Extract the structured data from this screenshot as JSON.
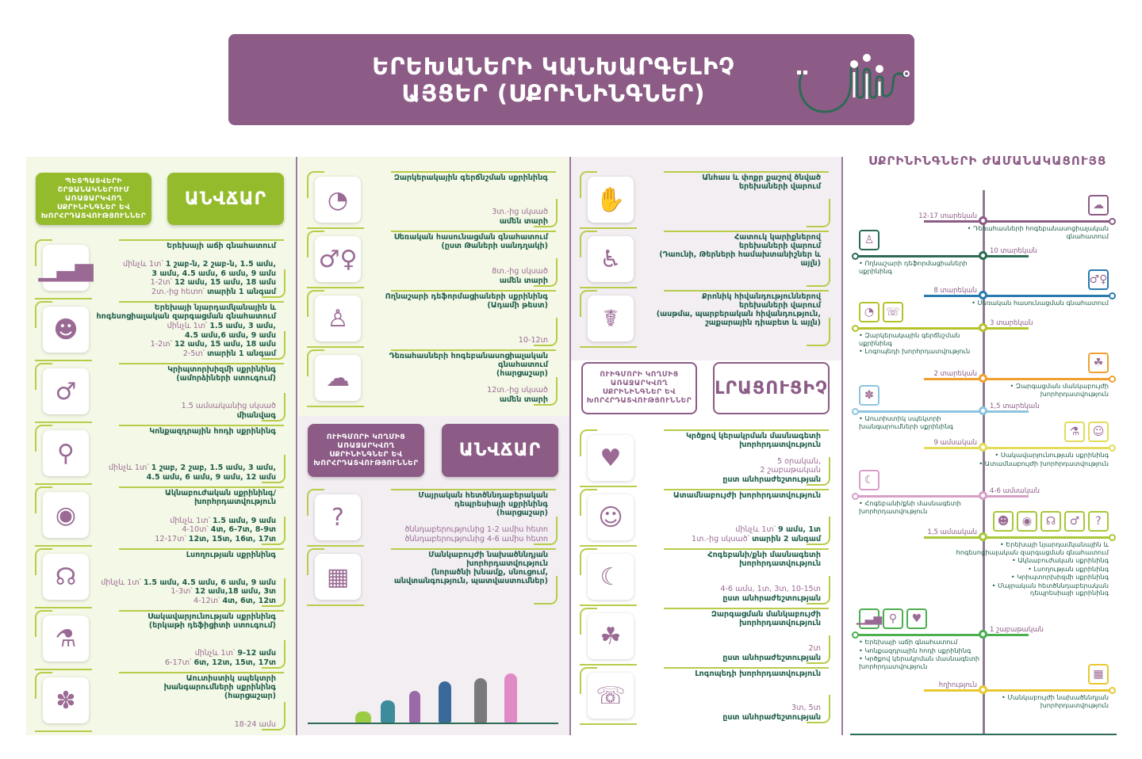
{
  "title": [
    "ԵՐԵԽԱՆԵՐԻ ԿԱՆԽԱՐԳԵԼԻՉ",
    "ԱՅՑԵՐ (ՍՔՐԻՆԻՆԳՆԵՐ)"
  ],
  "colors": {
    "purple": "#8c5c86",
    "lime": "#94bb2b",
    "dark_green": "#1e5c4a"
  },
  "col1": {
    "box_left": "ՊԵՏՊԱՏՎԵՐԻ ՇՐՋԱՆԱԿՆԵՐՈՒՄ ԱՌԱՋԱՐԿՎՈՂ ՍՔՐԻՆԻՆԳՆԵՐ ԵՎ ԽՈՐՀՐԴԱՏՎՈՒԹՅՈՒՆՆԵՐ",
    "box_right": "ԱՆՎՃԱՐ",
    "cards": [
      {
        "icon": "growth-icon",
        "glyph": "▁▃▅",
        "title": [
          "Երեխայի աճի գնահատում"
        ],
        "schedule": [
          [
            {
              "t": "մինչև 1տ՝ ",
              "c": "p"
            },
            {
              "t": "1 շաբ-ն, 2 շաբ-ն, 1.5 ամս,",
              "c": "g"
            }
          ],
          [
            {
              "t": "3 ամս, 4.5 ամս, 6 ամս, 9 ամս",
              "c": "g"
            }
          ],
          [
            {
              "t": "1-2տ՝ ",
              "c": "p"
            },
            {
              "t": "12 ամս, 15 ամս, 18 ամս",
              "c": "g"
            }
          ],
          [
            {
              "t": "2տ.-ից հետո՝ ",
              "c": "p"
            },
            {
              "t": "տարին 1 անգամ",
              "c": "g"
            }
          ]
        ]
      },
      {
        "icon": "brain-head-icon",
        "glyph": "☻",
        "title": [
          "Երեխայի նյարդամկանային և",
          "հոգեսոցիալական զարգացման գնահատում"
        ],
        "schedule": [
          [
            {
              "t": "մինչև 1տ՝ ",
              "c": "p"
            },
            {
              "t": "1.5 ամս, 3 ամս,",
              "c": "g"
            }
          ],
          [
            {
              "t": "4.5 ամս,6 ամս, 9 ամս",
              "c": "g"
            }
          ],
          [
            {
              "t": "1-2տ՝ ",
              "c": "p"
            },
            {
              "t": "12 ամս, 15 ամս, 18 ամս",
              "c": "g"
            }
          ],
          [
            {
              "t": "2-5տ՝ ",
              "c": "p"
            },
            {
              "t": "տարին 1 անգամ",
              "c": "g"
            }
          ]
        ]
      },
      {
        "icon": "pelvis-icon",
        "glyph": "♂",
        "title": [
          "Կրիպտորխիզմի սքրինինգ",
          "(ամորձիների ստուգում)"
        ],
        "schedule": [
          [
            {
              "t": "1.5 ամսականից սկսած",
              "c": "p"
            }
          ],
          [
            {
              "t": "միանվագ",
              "c": "g"
            }
          ]
        ]
      },
      {
        "icon": "hip-bone-icon",
        "glyph": "⚲",
        "title": [
          "Կոնքազդրային հոդի սքրինինգ"
        ],
        "schedule": [
          [
            {
              "t": "մինչև 1տ՝ ",
              "c": "p"
            },
            {
              "t": "1 շաբ, 2 շաբ, 1.5 ամս, 3 ամս,",
              "c": "g"
            }
          ],
          [
            {
              "t": "4.5 ամս, 6 ամս, 9 ամս, 12 ամս",
              "c": "g"
            }
          ]
        ]
      },
      {
        "icon": "eye-magnifier-icon",
        "glyph": "◉",
        "title": [
          "Ակնաբուժական սքրինինգ/",
          "խորհրդատվություն"
        ],
        "schedule": [
          [
            {
              "t": "մինչև 1տ՝ ",
              "c": "p"
            },
            {
              "t": "1.5 ամս, 9 ամս",
              "c": "g"
            }
          ],
          [
            {
              "t": "4-10տ՝ ",
              "c": "p"
            },
            {
              "t": "4տ, 6-7տ, 8-9տ",
              "c": "g"
            }
          ],
          [
            {
              "t": "12-17տ՝ ",
              "c": "p"
            },
            {
              "t": "12տ, 15տ, 16տ, 17տ",
              "c": "g"
            }
          ]
        ]
      },
      {
        "icon": "ear-icon",
        "glyph": "☊",
        "title": [
          "Լսողության սքրինինգ"
        ],
        "schedule": [
          [
            {
              "t": "մինչև 1տ՝ ",
              "c": "p"
            },
            {
              "t": "1.5 ամս, 4.5 ամս, 6 ամս, 9 ամս",
              "c": "g"
            }
          ],
          [
            {
              "t": "1-3տ՝ ",
              "c": "p"
            },
            {
              "t": "12 ամս,18 ամս, 3տ",
              "c": "g"
            }
          ],
          [
            {
              "t": "4-12տ՝ ",
              "c": "p"
            },
            {
              "t": "4տ, 6տ, 12տ",
              "c": "g"
            }
          ]
        ]
      },
      {
        "icon": "blood-tube-icon",
        "glyph": "⚗",
        "title": [
          "Սակավարյունության սքրինինգ",
          "(երկաթի դեֆիցիտի ստուգում)"
        ],
        "schedule": [
          [
            {
              "t": "մինչև 1տ՝ ",
              "c": "p"
            },
            {
              "t": "9-12 ամս",
              "c": "g"
            }
          ],
          [
            {
              "t": "6-17տ՝ ",
              "c": "p"
            },
            {
              "t": "6տ, 12տ, 15տ, 17տ",
              "c": "g"
            }
          ]
        ]
      },
      {
        "icon": "autism-puzzle-icon",
        "glyph": "✽",
        "title": [
          "Աուտիստիկ սպեկտրի",
          "խանգարումների սքրինինգ",
          "(հարցաշար)"
        ],
        "schedule": [
          [
            {
              "t": "18-24 ամս",
              "c": "p"
            }
          ]
        ]
      }
    ]
  },
  "col2": {
    "cards_a": [
      {
        "icon": "blood-pressure-icon",
        "glyph": "◔",
        "title": [
          "Զարկերակային գերճնշման սքրինինգ"
        ],
        "schedule": [
          [
            {
              "t": "3տ.-ից սկսած",
              "c": "p"
            }
          ],
          [
            {
              "t": "ամեն տարի",
              "c": "g"
            }
          ]
        ]
      },
      {
        "icon": "gender-symbols-icon",
        "glyph": "♂♀",
        "title": [
          "Սեռական հասունացման գնահատում",
          "(ըստ Թաների սանդղակի)"
        ],
        "schedule": [
          [
            {
              "t": "8տ.-ից սկսած",
              "c": "p"
            }
          ],
          [
            {
              "t": "ամեն տարի",
              "c": "g"
            }
          ]
        ]
      },
      {
        "icon": "spine-back-icon",
        "glyph": "♙",
        "title": [
          "Ողնաշարի դեֆորմացիաների սքրինինգ",
          "(Ադամի թեստ)"
        ],
        "schedule": [
          [
            {
              "t": "10-12տ",
              "c": "p"
            }
          ]
        ]
      },
      {
        "icon": "teen-brain-icon",
        "glyph": "☁",
        "title": [
          "Դեռահասների հոգեբանասոցիալական",
          "գնահատում",
          "(հարցաշար)"
        ],
        "schedule": [
          [
            {
              "t": "12տ.-ից սկսած",
              "c": "p"
            }
          ],
          [
            {
              "t": "ամեն տարի",
              "c": "g"
            }
          ]
        ]
      }
    ],
    "box_left": "ՈՒԻԳՄՈՐԻ ԿՈՂՄԻՑ ԱՌԱՋԱՐԿՎՈՂ ՍՔՐԻՆԻՆԳՆԵՐ ԵՎ ԽՈՐՀՐԴԱՏՎՈՒԹՅՈՒՆՆԵՐ",
    "box_right": "ԱՆՎՃԱՐ",
    "cards_b": [
      {
        "icon": "mother-baby-icon",
        "glyph": "?",
        "title": [
          "Մայրական հետծննդաբերական",
          "դեպրեսիայի սքրինինգ",
          "(հարցաշար)"
        ],
        "schedule": [
          [
            {
              "t": "ծննդաբերությունից 1-2 ամիս հետո",
              "c": "p"
            }
          ],
          [
            {
              "t": "ծննդաբերությունից 4-6 ամիս հետո",
              "c": "p"
            }
          ]
        ]
      },
      {
        "icon": "pregnant-calendar-icon",
        "glyph": "▦",
        "title": [
          "Մանկաբույժի նախածննդյան",
          "խորհրդատվություն",
          "(նորածնի խնամք, սնուցում,",
          "անվտանգություն, պատվաստումներ)"
        ],
        "schedule": []
      }
    ]
  },
  "col3": {
    "cards_a": [
      {
        "icon": "premature-baby-hands-icon",
        "glyph": "✋",
        "title": [
          "Անհաս և փոքր քաշով ծնված",
          "երեխաների վարում"
        ],
        "schedule": []
      },
      {
        "icon": "special-needs-icon",
        "glyph": "♿",
        "title": [
          "Հատուկ կարիքներով",
          "երեխաների վարում",
          "(Դաունի, Թերների համախտանիշներ և այլն)"
        ],
        "schedule": []
      },
      {
        "icon": "chronic-care-icon",
        "glyph": "☤",
        "title": [
          "Քրոնիկ հիվանդություններով",
          "երեխաների վարում",
          "(ասթմա, պարբերական հիվանդություն,",
          "շաքարային դիաբետ և այլն)"
        ],
        "schedule": []
      }
    ],
    "box_left": "ՈՒԻԳՄՈՐԻ ԿՈՂՄԻՑ ԱՌԱՋԱՐԿՎՈՂ ՍՔՐԻՆԻՆԳՆԵՐ ԵՎ ԽՈՐՀՐԴԱՏՎՈՒԹՅՈՒՆՆԵՐ",
    "box_right": "ԼՐԱՑՈՒՑԻՉ",
    "cards_b": [
      {
        "icon": "breastfeeding-icon",
        "glyph": "♥",
        "title": [
          "Կրծքով կերակրման մասնագետի",
          "խորհրդատվություն"
        ],
        "schedule": [
          [
            {
              "t": "5 օրական,",
              "c": "p"
            }
          ],
          [
            {
              "t": "2 շաբաթական",
              "c": "p"
            }
          ],
          [
            {
              "t": "ըստ անհրաժեշտության",
              "c": "g"
            }
          ]
        ]
      },
      {
        "icon": "tooth-icon",
        "glyph": "☺",
        "title": [
          "Ատամնաբույժի խորհրդատվություն"
        ],
        "schedule": [
          [
            {
              "t": "մինչև 1տ՝ ",
              "c": "p"
            },
            {
              "t": "9 ամս, 1տ",
              "c": "g"
            }
          ],
          [
            {
              "t": "1տ.-ից սկսած՝ ",
              "c": "p"
            },
            {
              "t": "տարին 2 անգամ",
              "c": "g"
            }
          ]
        ]
      },
      {
        "icon": "psychologist-sleep-icon",
        "glyph": "☾",
        "title": [
          "Հոգեբանի/քնի մասնագետի",
          "խորհրդատվություն"
        ],
        "schedule": [
          [
            {
              "t": "4-6 ամս, 1տ, 3տ, 10-15տ",
              "c": "p"
            }
          ],
          [
            {
              "t": "ըստ անհրաժեշտության",
              "c": "g"
            }
          ]
        ]
      },
      {
        "icon": "development-icon",
        "glyph": "☘",
        "title": [
          "Զարգացման մանկաբույժի",
          "խորհրդատվություն"
        ],
        "schedule": [
          [
            {
              "t": "2տ",
              "c": "p"
            }
          ],
          [
            {
              "t": "ըստ անհրաժեշտության",
              "c": "g"
            }
          ]
        ]
      },
      {
        "icon": "speech-therapist-icon",
        "glyph": "☏",
        "title": [
          "Լոգոպեդի խորհրդատվություն"
        ],
        "schedule": [
          [
            {
              "t": "3տ, 5տ",
              "c": "p"
            }
          ],
          [
            {
              "t": "ըստ անհրաժեշտության",
              "c": "g"
            }
          ]
        ]
      }
    ]
  },
  "timeline": {
    "title": "ՍՔՐԻՆԻՆԳՆԵՐԻ ԺԱՄԱՆԱԿԱՑՈՒՅՑ",
    "nodes": [
      {
        "label": "12-17 տարեկան",
        "side": "right",
        "color": "#8c5c86",
        "items": [
          "Դեռահասների հոգեբանասոցիալական գնահատում"
        ],
        "icons": [
          "☁"
        ]
      },
      {
        "label": "10 տարեկան",
        "side": "left",
        "color": "#2e6b55",
        "items": [
          "Ողնաշարի դեֆորմացիաների սքրինինգ"
        ],
        "icons": [
          "♙"
        ]
      },
      {
        "label": "8 տարեկան",
        "side": "right",
        "color": "#2a7ab0",
        "items": [
          "Սեռական հասունացման գնահատում"
        ],
        "icons": [
          "♂♀"
        ]
      },
      {
        "label": "3 տարեկան",
        "side": "left",
        "color": "#b5c22a",
        "items": [
          "Զարկերակային գերճնշման սքրինինգ",
          "Լոգոպեդի խորհրդատվություն"
        ],
        "icons": [
          "◔",
          "☏"
        ]
      },
      {
        "label": "2 տարեկան",
        "side": "right",
        "color": "#f0a030",
        "items": [
          "Զարգացման մանկաբույժի խորհրդատվություն"
        ],
        "icons": [
          "☘"
        ]
      },
      {
        "label": "1,5 տարեկան",
        "side": "left",
        "color": "#8ec4e0",
        "items": [
          "Աուտիստիկ սպեկտրի խանգարումների սքրինինգ"
        ],
        "icons": [
          "✽"
        ]
      },
      {
        "label": "9 ամսական",
        "side": "right",
        "color": "#e3dc5a",
        "items": [
          "Սակավարյունության սքրինինգ",
          "Ատամնաբույժի խորհրդատվություն"
        ],
        "icons": [
          "⚗",
          "☺"
        ]
      },
      {
        "label": "4-6 ամսական",
        "side": "left",
        "color": "#d8a0c8",
        "items": [
          "Հոգեբանի/քնի մասնագետի խորհրդատվություն"
        ],
        "icons": [
          "☾"
        ]
      },
      {
        "label": "1,5 ամսական",
        "side": "right",
        "color": "#a8c838",
        "items": [
          "Երեխայի նյարդամկանային և հոգեսոցիալական զարգացման գնահատում",
          "Ակնաբուժական սքրինինգ",
          "Լսողության սքրինինգ",
          "Կրիպտորխիզմի սքրինինգ",
          "Մայրական հետծննդաբերական դեպրեսիայի սքրինինգ"
        ],
        "icons": [
          "☻",
          "◉",
          "☊",
          "♂",
          "?"
        ]
      },
      {
        "label": "1 շաբաթական",
        "side": "left",
        "color": "#4caf50",
        "items": [
          "Երեխայի աճի գնահատում",
          "Կոնքազդրային հոդի սքրինինգ",
          "Կրծքով կերակրման մասնագետի խորհրդատվություն"
        ],
        "icons": [
          "▁▃▅",
          "⚲",
          "♥"
        ]
      },
      {
        "label": "հղիություն",
        "side": "right",
        "color": "#e8c830",
        "items": [
          "Մանկաբույժի նախածննդյան խորհրդատվություն"
        ],
        "icons": [
          "▦"
        ]
      }
    ]
  }
}
